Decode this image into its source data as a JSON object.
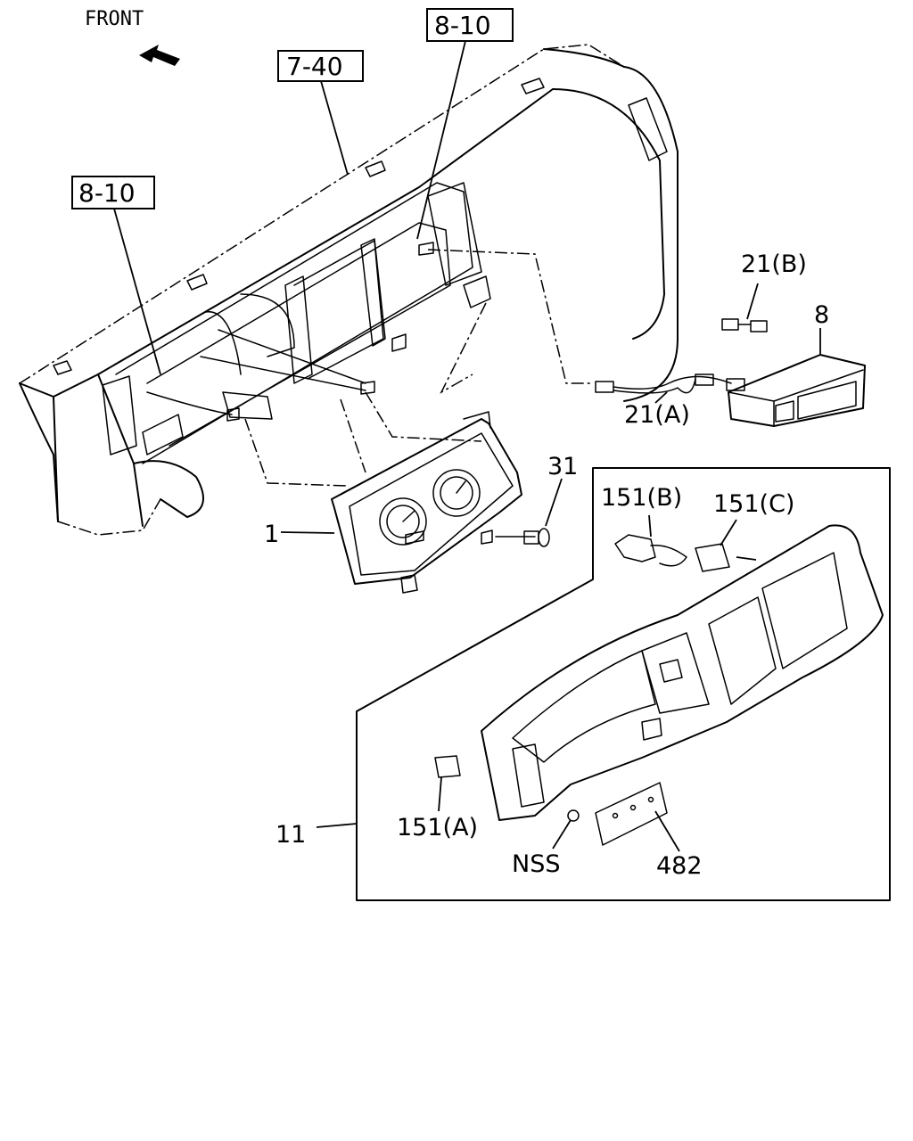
{
  "front_label": "FRONT",
  "ref_boxes": {
    "r_7_40": "7-40",
    "r_8_10_top": "8-10",
    "r_8_10_left": "8-10"
  },
  "callouts": {
    "p1": "1",
    "p8": "8",
    "p11": "11",
    "p21a": "21(A)",
    "p21b": "21(B)",
    "p31": "31",
    "p151a": "151(A)",
    "p151b": "151(B)",
    "p151c": "151(C)",
    "p482": "482",
    "nss": "NSS"
  }
}
